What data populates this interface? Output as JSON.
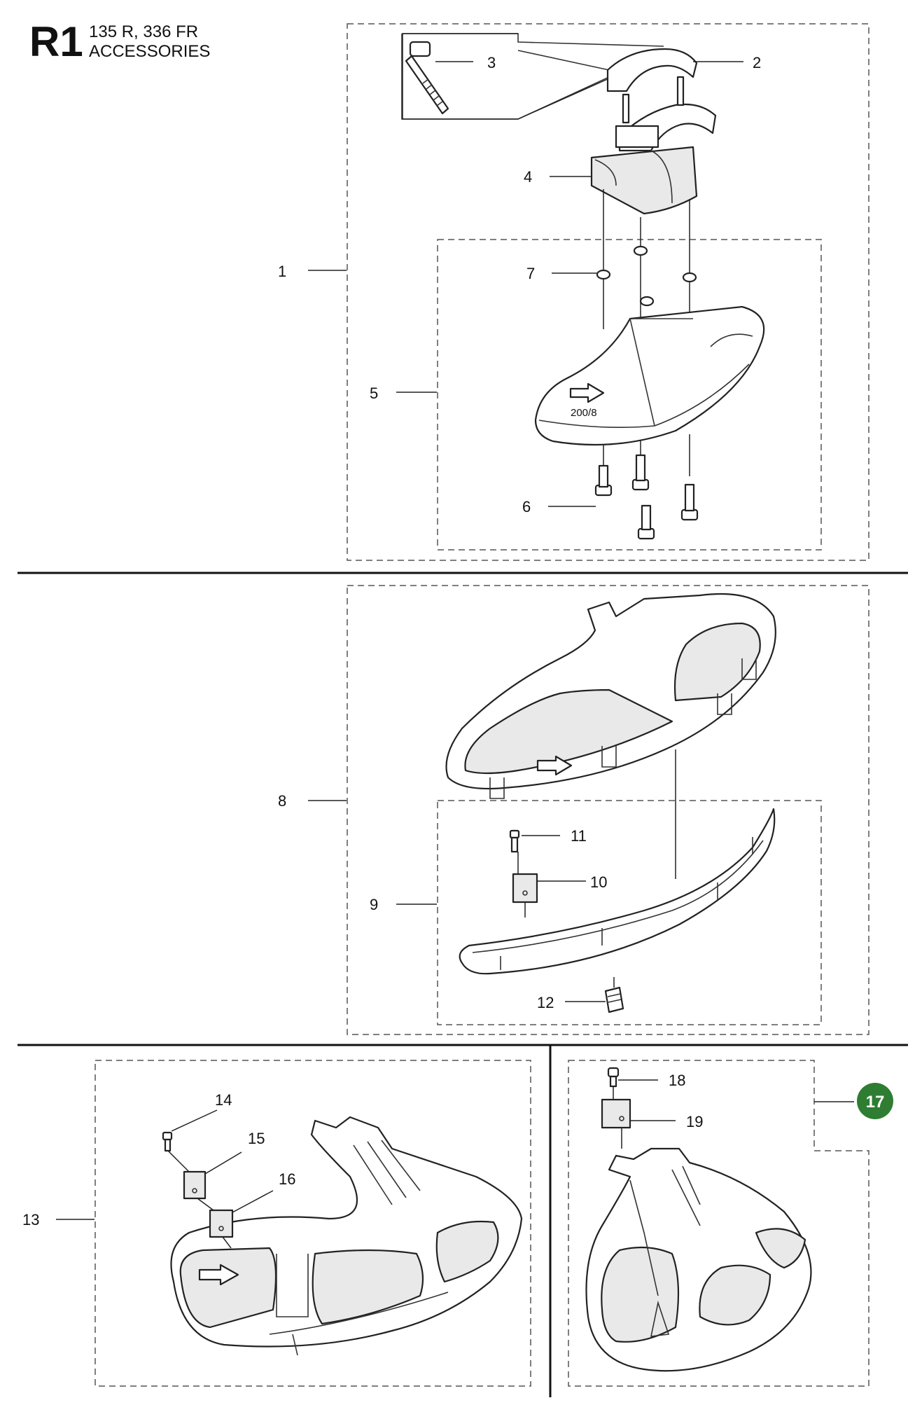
{
  "header": {
    "code": "R1",
    "models": "135 R, 336 FR",
    "section": "ACCESSORIES"
  },
  "callouts": {
    "c1": "1",
    "c2": "2",
    "c3": "3",
    "c4": "4",
    "c5": "5",
    "c6": "6",
    "c7": "7",
    "c8": "8",
    "c9": "9",
    "c10": "10",
    "c11": "11",
    "c12": "12",
    "c13": "13",
    "c14": "14",
    "c15": "15",
    "c16": "16",
    "c17": "17",
    "c18": "18",
    "c19": "19"
  },
  "guard_marking": "200/8",
  "highlight_color": "#2e7d32"
}
